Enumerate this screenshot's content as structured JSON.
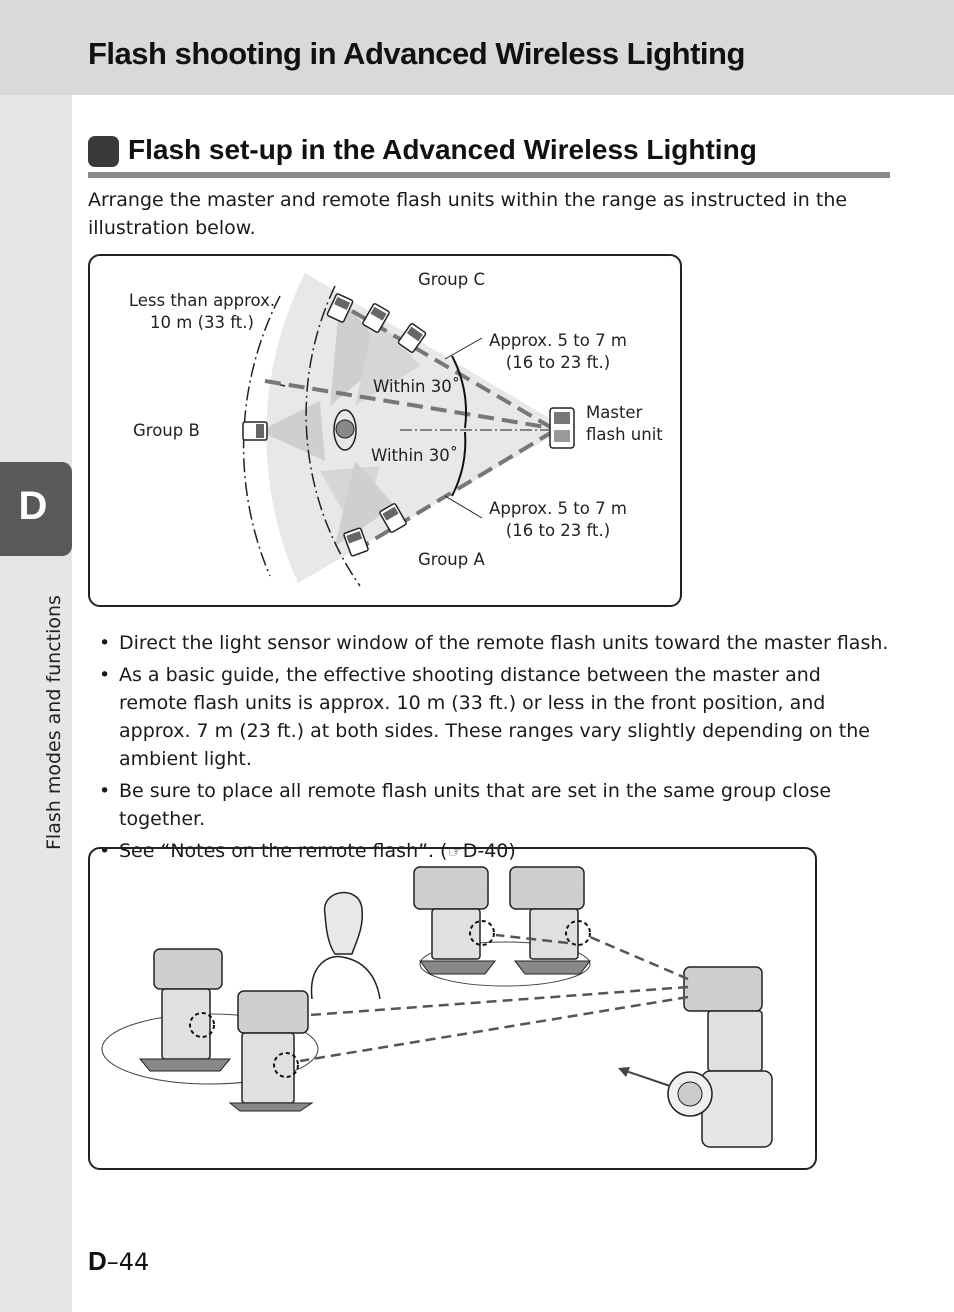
{
  "header": {
    "title": "Flash shooting in Advanced Wireless Lighting"
  },
  "sidebar": {
    "chapter_letter": "D",
    "section_label": "Flash modes and functions"
  },
  "section": {
    "title": "Flash set-up in the Advanced Wireless Lighting",
    "intro": "Arrange the master and remote flash units within the range as instructed in the illustration below."
  },
  "range_diagram": {
    "labels": {
      "less_than_line1": "Less than approx.",
      "less_than_line2": "10 m (33 ft.)",
      "group_c": "Group C",
      "group_b": "Group B",
      "group_a": "Group A",
      "within_upper": "Within 30˚",
      "within_lower": "Within 30˚",
      "approx_upper_line1": "Approx. 5 to 7 m",
      "approx_upper_line2": "(16 to 23 ft.)",
      "approx_lower_line1": "Approx. 5 to 7 m",
      "approx_lower_line2": "(16 to 23 ft.)",
      "master_line1": "Master",
      "master_line2": "flash unit"
    }
  },
  "bullets": [
    "Direct the light sensor window of the remote flash units toward the master flash.",
    "As a basic guide, the effective shooting distance between the master and remote flash units is approx. 10 m (33 ft.) or less in the front position, and approx. 7 m (23 ft.) at both sides. These ranges vary slightly depending on the ambient light.",
    "Be sure to place all remote flash units that are set in the same group close together."
  ],
  "notes_link": {
    "text": "See “Notes on the remote flash”. (",
    "icon": "☞",
    "ref": "D-40",
    "close": ")"
  },
  "footer": {
    "page_prefix": "D",
    "page_suffix": "–44"
  }
}
